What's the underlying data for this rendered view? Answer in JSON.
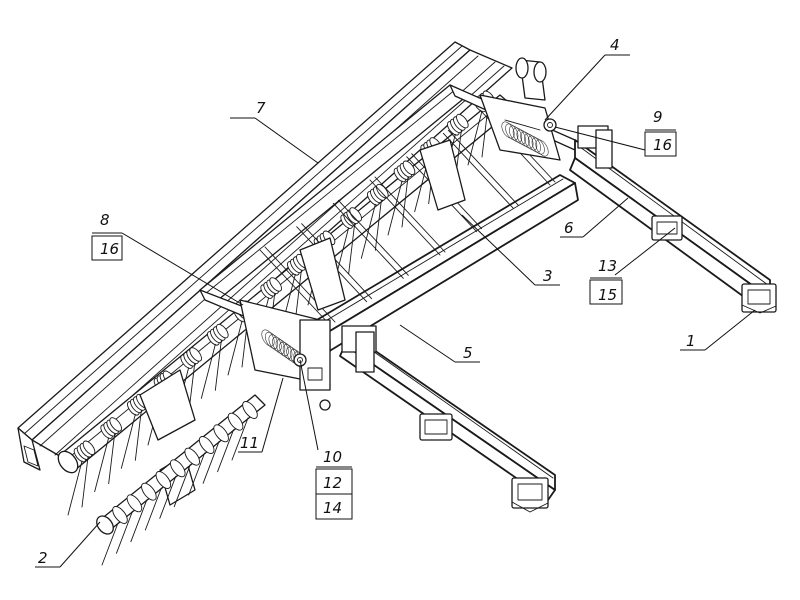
{
  "callouts": [
    {
      "id": "c1",
      "label": "1"
    },
    {
      "id": "c2",
      "label": "2"
    },
    {
      "id": "c3",
      "label": "3"
    },
    {
      "id": "c4",
      "label": "4"
    },
    {
      "id": "c5",
      "label": "5"
    },
    {
      "id": "c6",
      "label": "6"
    },
    {
      "id": "c7",
      "label": "7"
    },
    {
      "id": "c8",
      "label": "8",
      "sub": "16"
    },
    {
      "id": "c9",
      "label": "9",
      "sub": "16"
    },
    {
      "id": "c11",
      "label": "11"
    },
    {
      "id": "c13",
      "label": "13",
      "sub": "15"
    },
    {
      "id": "c10",
      "label": "10",
      "sub": "12",
      "sub2": "14"
    }
  ],
  "colors": {
    "ink": "#1a1a1a",
    "background": "#ffffff"
  }
}
